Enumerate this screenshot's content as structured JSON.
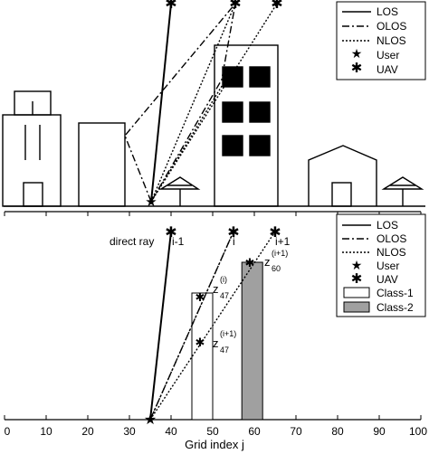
{
  "top_panel": {
    "legend": [
      {
        "label": "LOS",
        "style": "solid"
      },
      {
        "label": "OLOS",
        "style": "dashdot"
      },
      {
        "label": "NLOS",
        "style": "dotted"
      },
      {
        "label": "User",
        "marker": "star"
      },
      {
        "label": "UAV",
        "marker": "asterisk"
      }
    ]
  },
  "bottom_panel": {
    "legend": [
      {
        "label": "LOS",
        "style": "solid"
      },
      {
        "label": "OLOS",
        "style": "dashdot"
      },
      {
        "label": "NLOS",
        "style": "dotted"
      },
      {
        "label": "User",
        "marker": "star"
      },
      {
        "label": "UAV",
        "marker": "asterisk"
      },
      {
        "label": "Class-1",
        "fill": "#ffffff"
      },
      {
        "label": "Class-2",
        "fill": "#a0a0a0"
      }
    ],
    "annotations": {
      "direct_ray": "direct ray",
      "i_minus_1": "i-1",
      "i": "i",
      "i_plus_1": "i+1",
      "z_label": "z",
      "z1_sub": "47",
      "z1_sup": "(i)",
      "z2_sub": "47",
      "z2_sup": "(i+1)",
      "z3_sub": "60",
      "z3_sup": "(i+1)"
    },
    "xaxis": {
      "label": "Grid index j",
      "ticks": [
        "0",
        "10",
        "20",
        "30",
        "40",
        "50",
        "60",
        "70",
        "80",
        "90",
        "100"
      ],
      "range": [
        0,
        100
      ]
    },
    "user_x": 35,
    "uav_x": [
      40,
      55,
      65
    ],
    "class1_bar": {
      "x_range": [
        45,
        50
      ],
      "class": "Class-1"
    },
    "class2_bar": {
      "x_range": [
        57,
        62
      ],
      "class": "Class-2"
    }
  }
}
